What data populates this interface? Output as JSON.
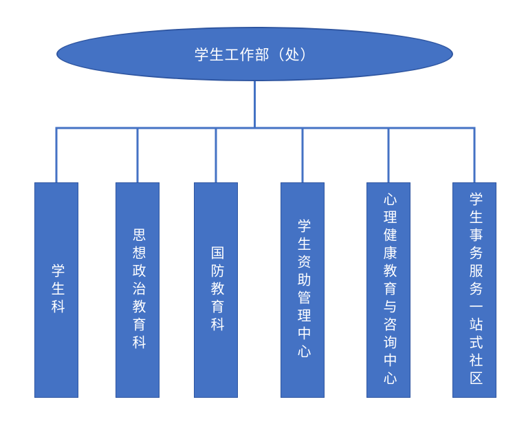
{
  "diagram": {
    "type": "org-chart",
    "root": {
      "label": "学生工作部（处）"
    },
    "departments": [
      {
        "label": "学生科"
      },
      {
        "label": "思想政治教育科"
      },
      {
        "label": "国防教育科"
      },
      {
        "label": "学生资助管理中心"
      },
      {
        "label": "心理健康教育与咨询中心"
      },
      {
        "label": "学生事务服务一站式社区"
      }
    ],
    "colors": {
      "node_fill": "#4472C4",
      "node_border": "#2E55A0",
      "connector": "#4472C4",
      "text": "#FFFFFF",
      "background": "#FFFFFF"
    }
  }
}
